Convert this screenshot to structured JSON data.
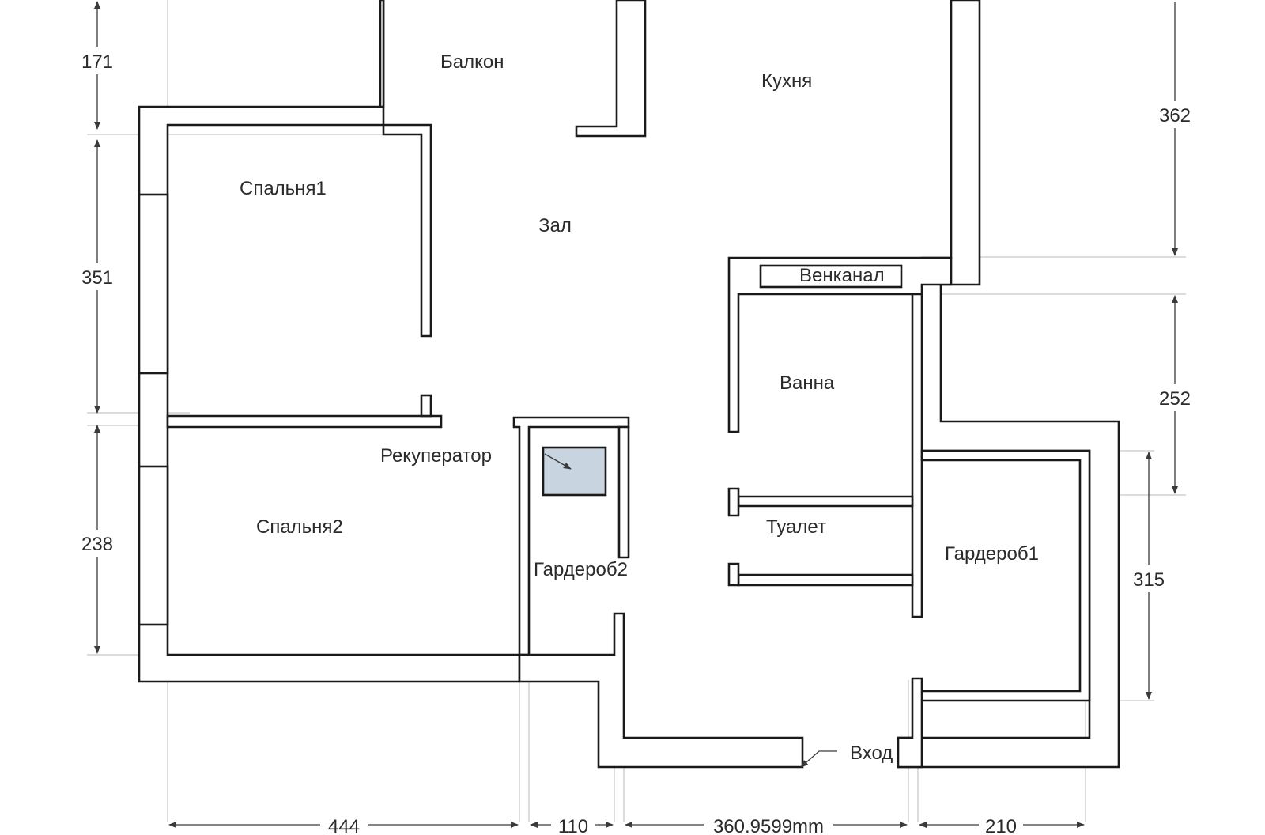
{
  "rooms": {
    "balcony": "Балкон",
    "kitchen": "Кухня",
    "bedroom1": "Спальня1",
    "hall": "Зал",
    "vent": "Венканал",
    "bath": "Ванна",
    "recuperator": "Рекуператор",
    "bedroom2": "Спальня2",
    "toilet": "Туалет",
    "wardrobe2": "Гардероб2",
    "wardrobe1": "Гардероб1",
    "entrance": "Вход"
  },
  "dimensions": {
    "left_top": "171",
    "left_mid": "351",
    "left_bottom": "238",
    "right_top": "362",
    "right_mid": "252",
    "right_inner": "315",
    "bottom_1": "444",
    "bottom_2": "110",
    "bottom_3": "360.9599mm",
    "bottom_4": "210"
  },
  "colors": {
    "recuperator_fill": "#c8d4e0",
    "wall_stroke": "#1a1a1a"
  }
}
